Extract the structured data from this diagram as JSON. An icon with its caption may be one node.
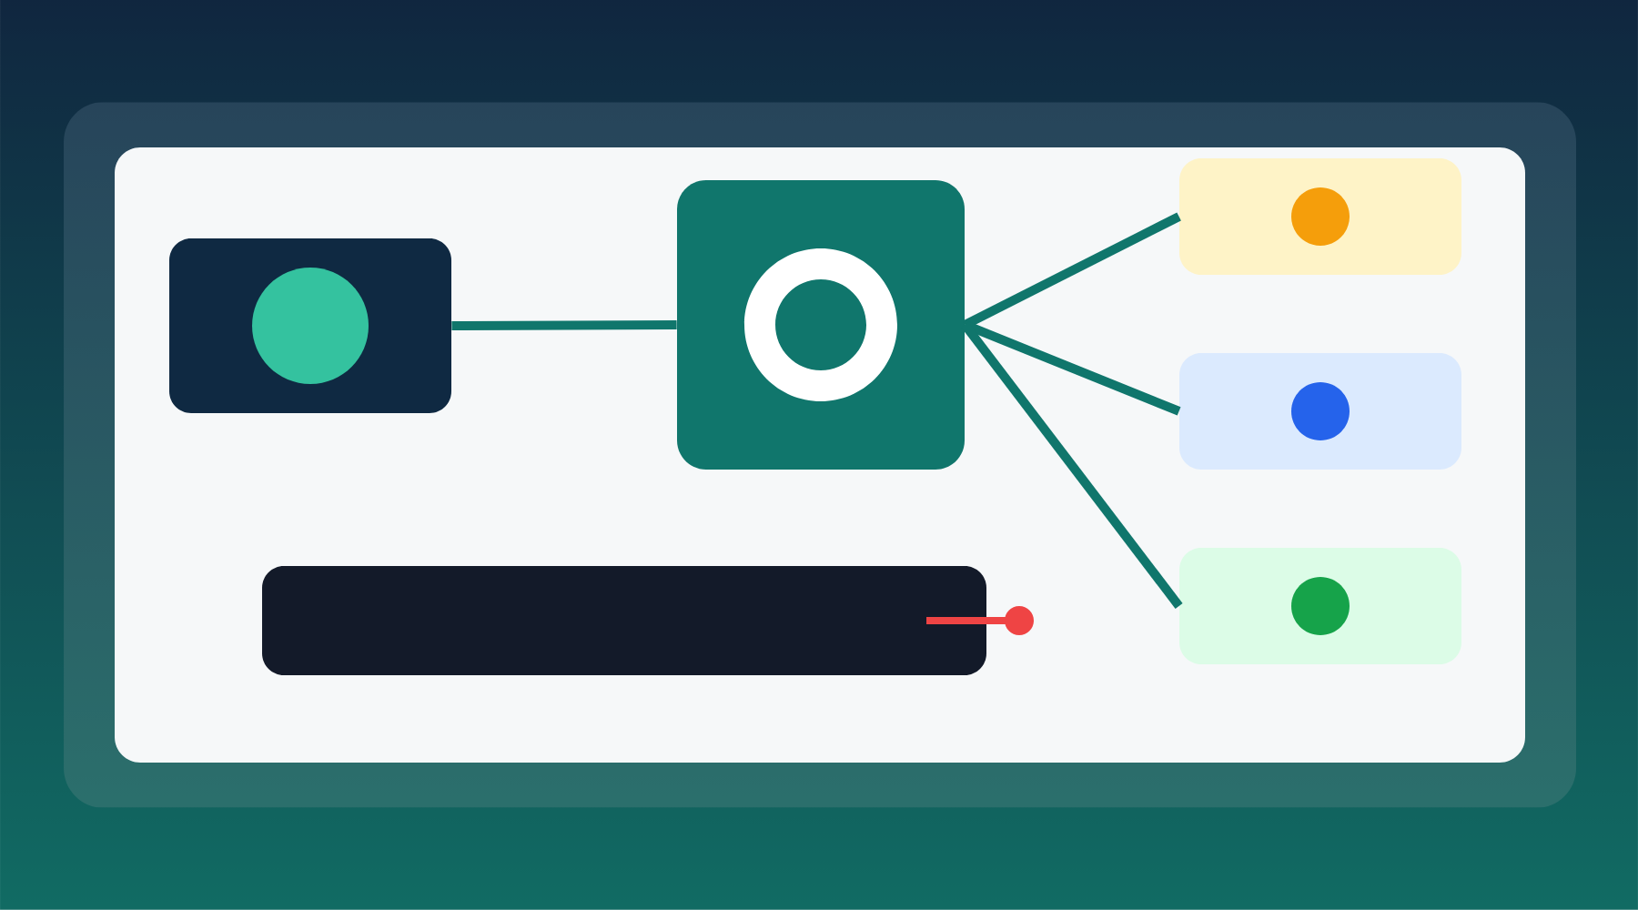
{
  "diagram": {
    "nodes": [
      {
        "text": [],
        "shape": "box"
      },
      {
        "text": [],
        "shape": "box"
      },
      {
        "text": [],
        "shape": "box"
      },
      {
        "text": [],
        "shape": "box"
      },
      {
        "text": [],
        "shape": "box"
      }
    ],
    "edges": [
      {
        "from": 0,
        "to": 1,
        "arrow": "none"
      },
      {
        "from": 1,
        "to": 2,
        "arrow": "none"
      },
      {
        "from": 1,
        "to": 3,
        "arrow": "none"
      },
      {
        "from": 1,
        "to": 4,
        "arrow": "none"
      }
    ]
  }
}
